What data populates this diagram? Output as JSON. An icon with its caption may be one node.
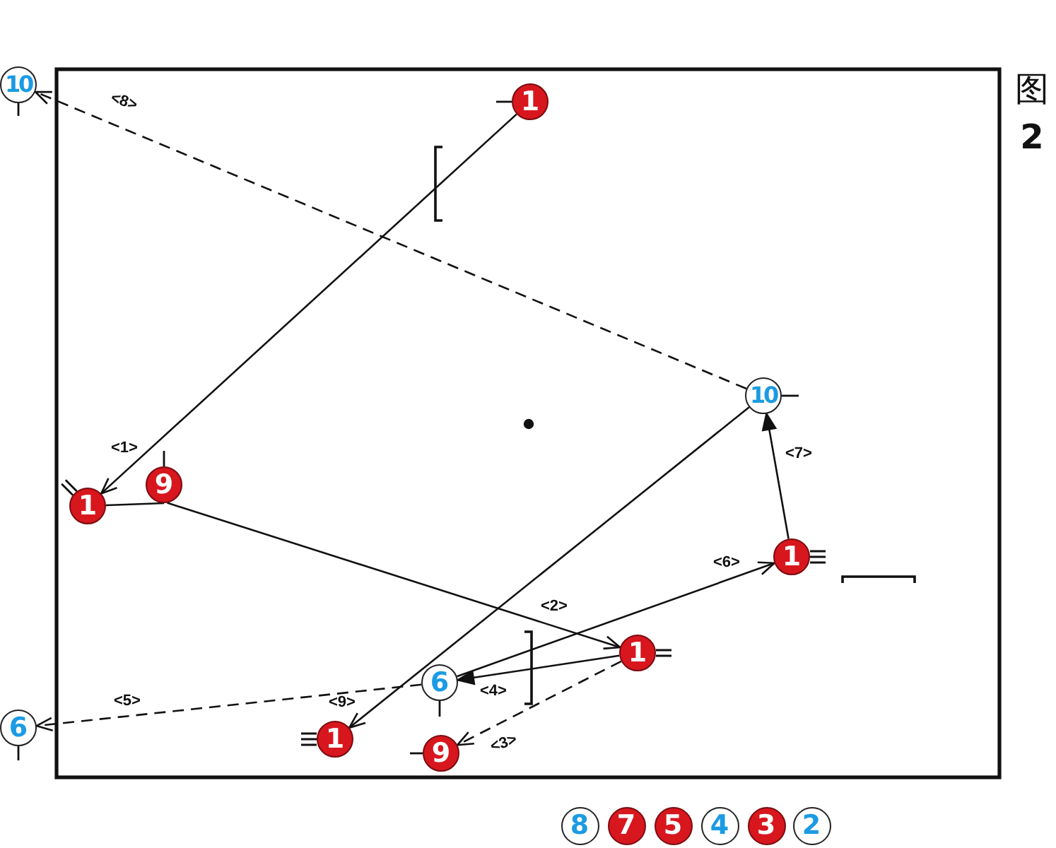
{
  "diagram": {
    "title": "图 **2**",
    "nodes": [
      {
        "text": [
          "10"
        ]
      },
      {
        "text": [
          "1"
        ]
      },
      {
        "text": [
          "10"
        ]
      },
      {
        "text": [
          "9"
        ]
      },
      {
        "text": [
          "1"
        ]
      },
      {
        "text": [
          "1"
        ]
      },
      {
        "text": [
          "1"
        ]
      },
      {
        "text": [
          "6"
        ]
      },
      {
        "text": [
          "6"
        ]
      },
      {
        "text": [
          "1"
        ]
      },
      {
        "text": [
          "9"
        ]
      },
      {
        "text": [
          "8"
        ]
      },
      {
        "text": [
          "7"
        ]
      },
      {
        "text": [
          "5"
        ]
      },
      {
        "text": [
          "4"
        ]
      },
      {
        "text": [
          "3"
        ]
      },
      {
        "text": [
          "2"
        ]
      }
    ],
    "edges": [
      {
        "from": 1,
        "to": 4,
        "arrow": "to",
        "label": "<1>"
      },
      {
        "from": 4,
        "to": 3,
        "arrow": "none"
      },
      {
        "from": 3,
        "to": 6,
        "arrow": "to",
        "label": "<2>"
      },
      {
        "from": 6,
        "to": 10,
        "arrow": "to",
        "label": "<3>",
        "style": "dashed"
      },
      {
        "from": 6,
        "to": 7,
        "arrow": "to",
        "label": "<4>"
      },
      {
        "from": 7,
        "to": 8,
        "arrow": "to",
        "label": "<5>",
        "style": "dashed"
      },
      {
        "from": 7,
        "to": 5,
        "arrow": "to",
        "label": "<6>"
      },
      {
        "from": 5,
        "to": 2,
        "arrow": "to",
        "label": "<7>"
      },
      {
        "from": 2,
        "to": 0,
        "arrow": "to",
        "label": "<8>",
        "style": "dashed"
      },
      {
        "from": 2,
        "to": 9,
        "arrow": "to",
        "label": "<9>"
      }
    ]
  }
}
